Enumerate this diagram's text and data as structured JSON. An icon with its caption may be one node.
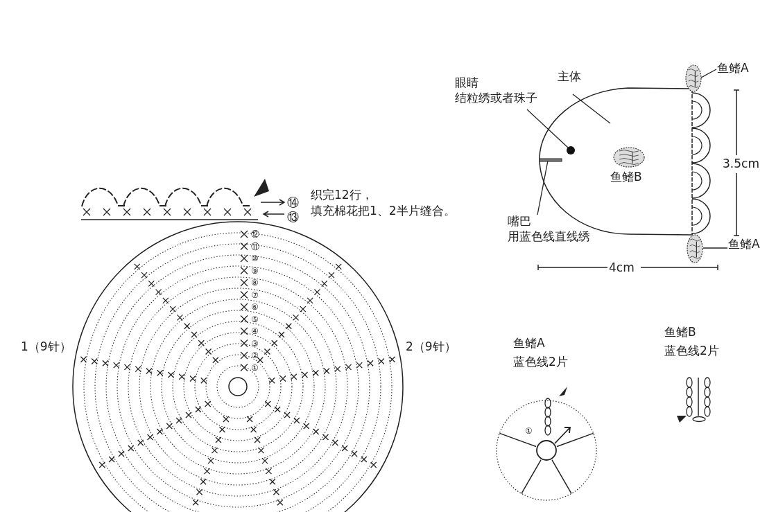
{
  "diagram": {
    "nodes": [
      {
        "text": [],
        "shape": "picture"
      },
      {
        "text": [
          "眼睛",
          "结粒绣或者珠子"
        ]
      },
      {
        "text": [],
        "shape": "circle",
        "in": 0
      },
      {
        "text": [
          "主体"
        ]
      },
      {
        "text": [
          "嘴巴",
          "用蓝色线直线绣"
        ]
      },
      {
        "text": [],
        "shape": "bar",
        "in": 0
      },
      {
        "text": [],
        "shape": "picture",
        "in": 0,
        "beside": [
          "鱼鳍B"
        ]
      },
      {
        "text": [
          "鱼鳍A"
        ]
      },
      {
        "text": [],
        "shape": "picture"
      },
      {
        "text": [
          "鱼鳍A"
        ]
      },
      {
        "text": [],
        "shape": "picture"
      }
    ],
    "edges": [
      {
        "from": 1,
        "to": 2,
        "arrow": "none"
      },
      {
        "from": 3,
        "to": 0,
        "arrow": "none"
      },
      {
        "from": 4,
        "to": 5,
        "arrow": "none"
      },
      {
        "from": 7,
        "to": 8,
        "arrow": "none"
      },
      {
        "from": 9,
        "to": 10,
        "arrow": "none"
      }
    ],
    "labels": [
      "⑭",
      "织完12行，",
      "⑬",
      "填充棉花把1、2半片缝合。",
      "3.5cm",
      "⑫",
      "⑪",
      "⑩",
      "⑨",
      "⑧",
      "⑦",
      "⑥",
      "⑤",
      "④",
      "③",
      "②",
      "①",
      "4cm",
      "1（9针）",
      "2（9针）",
      "鱼鳍A",
      "蓝色线2片",
      "鱼鳍B",
      "蓝色线2片",
      "①"
    ]
  }
}
